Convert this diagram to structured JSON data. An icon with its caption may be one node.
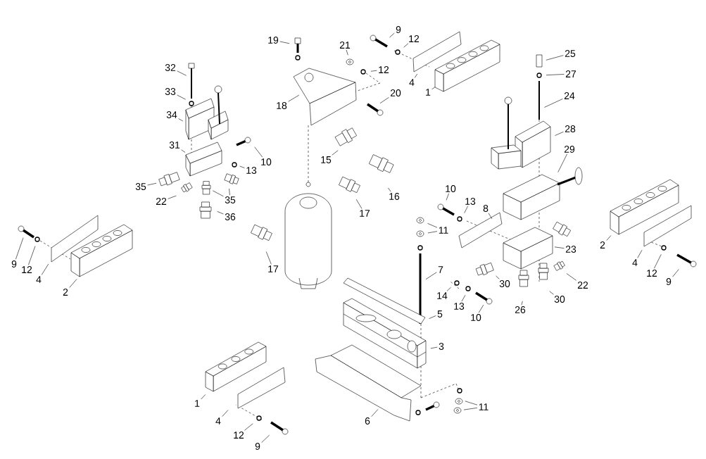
{
  "diagram": {
    "nodes": [
      {
        "text": [
          "19"
        ]
      },
      {
        "text": [
          "9"
        ]
      },
      {
        "text": [
          "12"
        ]
      },
      {
        "text": [
          "21"
        ]
      },
      {
        "text": [
          "12"
        ]
      },
      {
        "text": [
          "4"
        ]
      },
      {
        "text": [
          "1"
        ]
      },
      {
        "text": [
          "25"
        ]
      },
      {
        "text": [
          "32"
        ]
      },
      {
        "text": [
          "27"
        ]
      },
      {
        "text": [
          "33"
        ]
      },
      {
        "text": [
          "24"
        ]
      },
      {
        "text": [
          "18"
        ]
      },
      {
        "text": [
          "20"
        ]
      },
      {
        "text": [
          "34"
        ]
      },
      {
        "text": [
          "28"
        ]
      },
      {
        "text": [
          "31"
        ]
      },
      {
        "text": [
          "29"
        ]
      },
      {
        "text": [
          "15"
        ]
      },
      {
        "text": [
          "10"
        ]
      },
      {
        "text": [
          "13"
        ]
      },
      {
        "text": [
          "35"
        ]
      },
      {
        "text": [
          "16"
        ]
      },
      {
        "text": [
          "10"
        ]
      },
      {
        "text": [
          "22"
        ]
      },
      {
        "text": [
          "35"
        ]
      },
      {
        "text": [
          "13"
        ]
      },
      {
        "text": [
          "8"
        ]
      },
      {
        "text": [
          "17"
        ]
      },
      {
        "text": [
          "36"
        ]
      },
      {
        "text": [
          "11"
        ]
      },
      {
        "text": [
          "2"
        ]
      },
      {
        "text": [
          "23"
        ]
      },
      {
        "text": [
          "17"
        ]
      },
      {
        "text": [
          "9"
        ]
      },
      {
        "text": [
          "12"
        ]
      },
      {
        "text": [
          "4"
        ]
      },
      {
        "text": [
          "4"
        ]
      },
      {
        "text": [
          "7"
        ]
      },
      {
        "text": [
          "12"
        ]
      },
      {
        "text": [
          "30"
        ]
      },
      {
        "text": [
          "22"
        ]
      },
      {
        "text": [
          "9"
        ]
      },
      {
        "text": [
          "2"
        ]
      },
      {
        "text": [
          "14"
        ]
      },
      {
        "text": [
          "30"
        ]
      },
      {
        "text": [
          "13"
        ]
      },
      {
        "text": [
          "26"
        ]
      },
      {
        "text": [
          "5"
        ]
      },
      {
        "text": [
          "10"
        ]
      },
      {
        "text": [
          "3"
        ]
      },
      {
        "text": [
          "1"
        ]
      },
      {
        "text": [
          "11"
        ]
      },
      {
        "text": [
          "4"
        ]
      },
      {
        "text": [
          "6"
        ]
      },
      {
        "text": [
          "12"
        ]
      },
      {
        "text": [
          "9"
        ]
      }
    ],
    "edges": [
      {
        "from": 0,
        "to": null,
        "arrow": "none"
      },
      {
        "from": 1,
        "to": null,
        "arrow": "none"
      },
      {
        "from": 2,
        "to": null,
        "arrow": "none"
      },
      {
        "from": 3,
        "to": null,
        "arrow": "none"
      },
      {
        "from": 4,
        "to": null,
        "arrow": "none"
      },
      {
        "from": 5,
        "to": null,
        "arrow": "none"
      },
      {
        "from": 6,
        "to": null,
        "arrow": "none"
      },
      {
        "from": 7,
        "to": null,
        "arrow": "none"
      },
      {
        "from": 8,
        "to": null,
        "arrow": "none"
      },
      {
        "from": 9,
        "to": null,
        "arrow": "none"
      },
      {
        "from": 10,
        "to": null,
        "arrow": "none"
      },
      {
        "from": 11,
        "to": null,
        "arrow": "none"
      },
      {
        "from": 12,
        "to": null,
        "arrow": "none"
      },
      {
        "from": 13,
        "to": null,
        "arrow": "none"
      },
      {
        "from": 14,
        "to": null,
        "arrow": "none"
      },
      {
        "from": 15,
        "to": null,
        "arrow": "none"
      },
      {
        "from": 16,
        "to": null,
        "arrow": "none"
      },
      {
        "from": 17,
        "to": null,
        "arrow": "none"
      },
      {
        "from": 18,
        "to": null,
        "arrow": "none"
      },
      {
        "from": 19,
        "to": null,
        "arrow": "none"
      },
      {
        "from": 20,
        "to": null,
        "arrow": "none"
      },
      {
        "from": 21,
        "to": null,
        "arrow": "none"
      },
      {
        "from": 22,
        "to": null,
        "arrow": "none"
      },
      {
        "from": 23,
        "to": null,
        "arrow": "none"
      },
      {
        "from": 24,
        "to": null,
        "arrow": "none"
      },
      {
        "from": 25,
        "to": null,
        "arrow": "none"
      },
      {
        "from": 25,
        "to": null,
        "arrow": "none"
      },
      {
        "from": 26,
        "to": null,
        "arrow": "none"
      },
      {
        "from": 27,
        "to": null,
        "arrow": "none"
      },
      {
        "from": 28,
        "to": null,
        "arrow": "none"
      },
      {
        "from": 29,
        "to": null,
        "arrow": "none"
      },
      {
        "from": 30,
        "to": null,
        "arrow": "none"
      },
      {
        "from": 30,
        "to": null,
        "arrow": "none"
      },
      {
        "from": 31,
        "to": null,
        "arrow": "none"
      },
      {
        "from": 32,
        "to": null,
        "arrow": "none"
      },
      {
        "from": 33,
        "to": null,
        "arrow": "none"
      },
      {
        "from": 34,
        "to": null,
        "arrow": "none"
      },
      {
        "from": 35,
        "to": null,
        "arrow": "none"
      },
      {
        "from": 36,
        "to": null,
        "arrow": "none"
      },
      {
        "from": 37,
        "to": null,
        "arrow": "none"
      },
      {
        "from": 38,
        "to": null,
        "arrow": "none"
      },
      {
        "from": 39,
        "to": null,
        "arrow": "none"
      },
      {
        "from": 40,
        "to": null,
        "arrow": "none"
      },
      {
        "from": 41,
        "to": null,
        "arrow": "none"
      },
      {
        "from": 42,
        "to": null,
        "arrow": "none"
      },
      {
        "from": 43,
        "to": null,
        "arrow": "none"
      },
      {
        "from": 44,
        "to": null,
        "arrow": "none"
      },
      {
        "from": 45,
        "to": null,
        "arrow": "none"
      },
      {
        "from": 46,
        "to": null,
        "arrow": "none"
      },
      {
        "from": 47,
        "to": null,
        "arrow": "none"
      },
      {
        "from": 48,
        "to": null,
        "arrow": "none"
      },
      {
        "from": 49,
        "to": null,
        "arrow": "none"
      },
      {
        "from": 50,
        "to": null,
        "arrow": "none"
      },
      {
        "from": 51,
        "to": null,
        "arrow": "none"
      },
      {
        "from": 52,
        "to": null,
        "arrow": "none"
      },
      {
        "from": 52,
        "to": null,
        "arrow": "none"
      },
      {
        "from": 53,
        "to": null,
        "arrow": "none"
      },
      {
        "from": 54,
        "to": null,
        "arrow": "none"
      },
      {
        "from": 55,
        "to": null,
        "arrow": "none"
      },
      {
        "from": 56,
        "to": null,
        "arrow": "none"
      }
    ]
  }
}
